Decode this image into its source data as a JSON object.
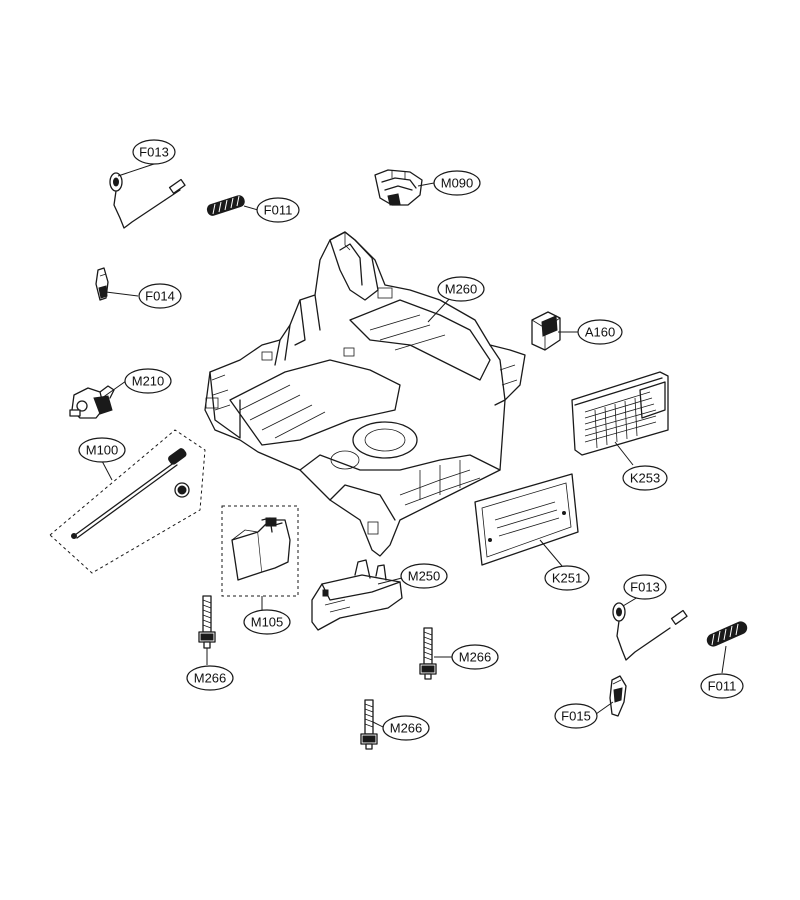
{
  "labels": {
    "f013_top": "F013",
    "f011_top": "F011",
    "f014": "F014",
    "m090": "M090",
    "m260": "M260",
    "a160": "A160",
    "m210": "M210",
    "m100": "M100",
    "k253": "K253",
    "m105": "M105",
    "m250": "M250",
    "k251": "K251",
    "f013_bottom": "F013",
    "f011_bottom": "F011",
    "m266_left": "M266",
    "m266_mid": "M266",
    "m266_bottom": "M266",
    "f015": "F015"
  }
}
